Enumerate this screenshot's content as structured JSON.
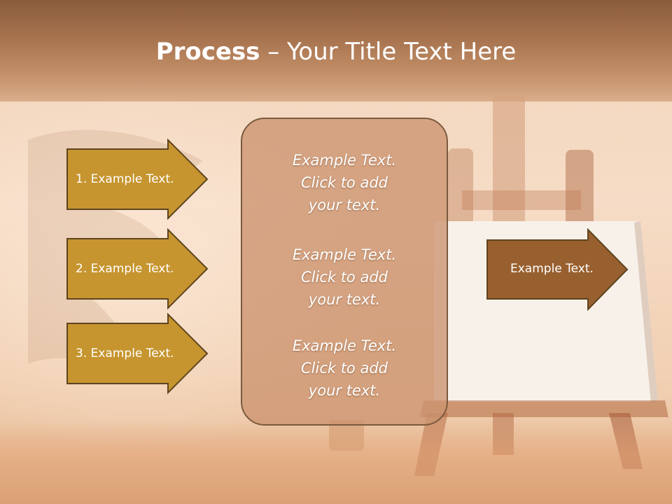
{
  "title": {
    "bold": "Process",
    "rest": " – Your Title Text Here"
  },
  "left_arrows": [
    {
      "label": "1. Example Text."
    },
    {
      "label": "2. Example Text."
    },
    {
      "label": "3. Example Text."
    }
  ],
  "center_blocks": [
    {
      "line1": "Example Text.",
      "line2": "Click  to add",
      "line3": "your text."
    },
    {
      "line1": "Example Text.",
      "line2": "Click  to add",
      "line3": "your text."
    },
    {
      "line1": "Example Text.",
      "line2": "Click  to add",
      "line3": "your text."
    }
  ],
  "right_arrow": {
    "label": "Example Text."
  },
  "colors": {
    "left_arrow_fill": "#c6952f",
    "arrow_border": "#5e4420",
    "right_arrow_fill": "#98602f",
    "panel_border": "#7a5a3e"
  }
}
